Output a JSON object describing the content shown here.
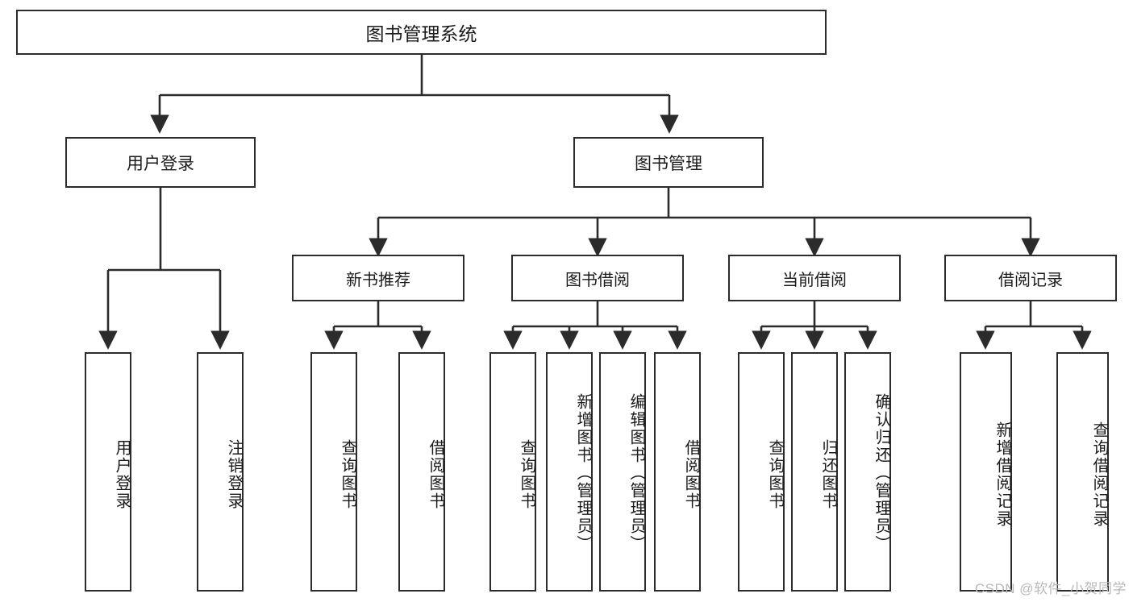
{
  "diagram": {
    "title": "图书管理系统",
    "root": {
      "label": "图书管理系统"
    },
    "level2": [
      {
        "label": "用户登录"
      },
      {
        "label": "图书管理"
      }
    ],
    "level3": [
      {
        "label": "新书推荐"
      },
      {
        "label": "图书借阅"
      },
      {
        "label": "当前借阅"
      },
      {
        "label": "借阅记录"
      }
    ],
    "leaves": {
      "user_login": [
        {
          "label": "用户登录"
        },
        {
          "label": "注销登录"
        }
      ],
      "new_book_recommend": [
        {
          "label": "查询图书"
        },
        {
          "label": "借阅图书"
        }
      ],
      "book_borrow": [
        {
          "label": "查询图书"
        },
        {
          "label": "新增图书（管理员）"
        },
        {
          "label": "编辑图书（管理员）"
        },
        {
          "label": "借阅图书"
        }
      ],
      "current_borrow": [
        {
          "label": "查询图书"
        },
        {
          "label": "归还图书"
        },
        {
          "label": "确认归还（管理员）"
        }
      ],
      "borrow_record": [
        {
          "label": "新增借阅记录"
        },
        {
          "label": "查询借阅记录"
        }
      ]
    },
    "watermark": "CSDN @软件_小贺同学",
    "colors": {
      "stroke": "#2b2b2b",
      "background": "#ffffff",
      "text": "#1b1b1b",
      "watermark": "#b9b9b9"
    }
  }
}
